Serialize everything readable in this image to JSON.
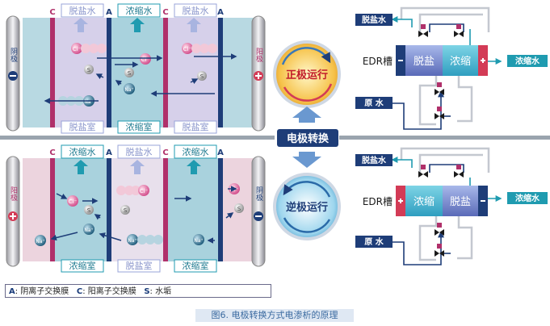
{
  "top": {
    "headers": [
      "脱盐水",
      "浓缩水",
      "脱盐水"
    ],
    "chambers": [
      "脱盐室",
      "浓缩室",
      "脱盐室"
    ],
    "membranes": [
      "C",
      "A",
      "C",
      "A"
    ],
    "left_electrode": "阴极",
    "right_electrode": "阳极",
    "mode": "正极运行"
  },
  "bottom": {
    "headers": [
      "浓缩水",
      "脱盐水",
      "浓缩水"
    ],
    "chambers": [
      "浓缩室",
      "脱盐室",
      "浓缩室"
    ],
    "membranes": [
      "C",
      "A",
      "C",
      "A"
    ],
    "left_electrode": "阳极",
    "right_electrode": "阴极",
    "mode": "逆极运行"
  },
  "switch_label": "电极转换",
  "ions": {
    "cl": "Cl⁻",
    "na": "Na⁺",
    "s": "S"
  },
  "flow_top": {
    "out_left": "脱盐水",
    "out_right": "浓缩水",
    "feed": "原 水",
    "tank": "EDR槽",
    "cell1": "脱盐",
    "cell2": "浓缩"
  },
  "flow_bottom": {
    "out_left": "脱盐水",
    "out_right": "浓缩水",
    "feed": "原 水",
    "tank": "EDR槽",
    "cell1": "浓缩",
    "cell2": "脱盐"
  },
  "legend": {
    "a_key": "A",
    "a_text": ": 阴离子交换膜",
    "c_key": "C",
    "c_text": ": 阳离子交换膜",
    "s_key": "S",
    "s_text": ": 水垢"
  },
  "caption": "图6. 电极转换方式电渗析的原理",
  "colors": {
    "deep_blue": "#1e3d78",
    "teal": "#1f9bb0",
    "magenta": "#b0306a",
    "concentrate_red": "#d33b56"
  }
}
